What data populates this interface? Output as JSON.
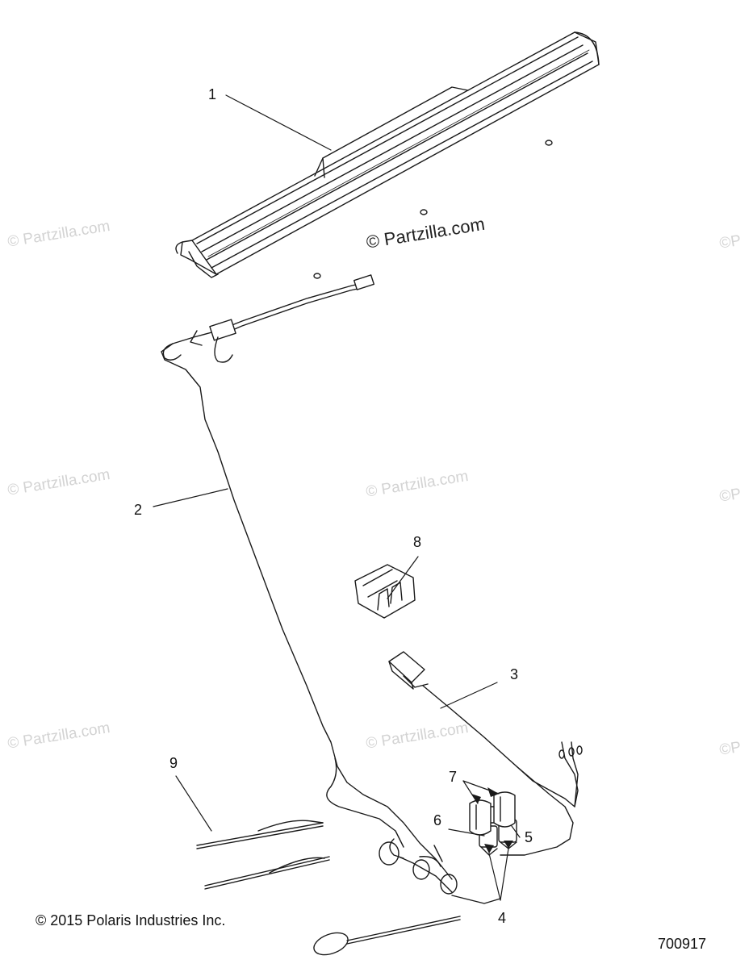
{
  "watermark": {
    "main": "© Partzilla.com",
    "faint": "© Partzilla.com",
    "faint_edge": "©P"
  },
  "callouts": [
    "1",
    "2",
    "3",
    "4",
    "5",
    "6",
    "7",
    "8",
    "9"
  ],
  "copyright": "© 2015 Polaris Industries Inc.",
  "diagram_id": "700917",
  "colors": {
    "line": "#1a1a1a",
    "watermark": "#d3d3d3"
  }
}
